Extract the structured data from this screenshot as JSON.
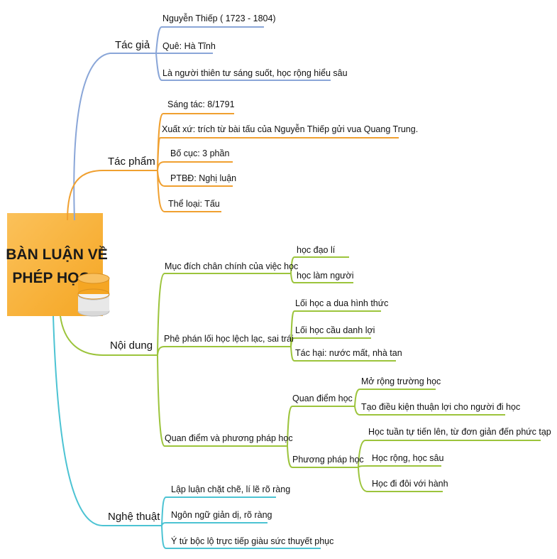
{
  "colors": {
    "central_bg": "#f5a623",
    "central_bg_light": "#fbc15a",
    "tac_gia": "#8aa6d8",
    "tac_pham": "#f0a030",
    "noi_dung": "#9cc43c",
    "nghe_thuat": "#4cc3d3"
  },
  "central": {
    "line1": "BÀN LUẬN VỀ",
    "line2": "PHÉP HỌC",
    "icon": "database-icon"
  },
  "tac_gia": {
    "label": "Tác giả",
    "items": [
      "Nguyễn Thiếp ( 1723 - 1804)",
      "Quê: Hà Tĩnh",
      "Là người thiên tư sáng suốt, học rộng hiểu sâu"
    ]
  },
  "tac_pham": {
    "label": "Tác phẩm",
    "items": [
      "Sáng tác: 8/1791",
      "Xuất xứ: trích từ bài tấu của Nguyễn Thiếp gửi vua Quang Trung.",
      "Bố cục: 3 phần",
      "PTBĐ: Nghị luận",
      "Thể loại: Tấu"
    ]
  },
  "noi_dung": {
    "label": "Nội dung",
    "muc_dich": {
      "label": "Mục đích chân chính của việc học",
      "items": [
        "học đạo lí",
        "học làm người"
      ]
    },
    "phe_phan": {
      "label": "Phê phán lối học lệch lạc, sai trái",
      "items": [
        "Lối học a dua hình thức",
        "Lối học cầu danh lợi",
        "Tác hại: nước mất, nhà tan"
      ]
    },
    "quan_diem": {
      "label": "Quan điểm và phương pháp học",
      "quan_diem_hoc": {
        "label": "Quan điểm học",
        "items": [
          "Mở rộng trường học",
          "Tạo điều kiện thuận lợi cho người đi học"
        ]
      },
      "phuong_phap_hoc": {
        "label": "Phương pháp học",
        "items": [
          "Học tuần tự tiến lên, từ đơn giản đến phức tạp",
          "Học rộng, học sâu",
          "Học đi đôi với hành"
        ]
      }
    }
  },
  "nghe_thuat": {
    "label": "Nghệ thuật",
    "items": [
      "Lập luận chặt chẽ, lí lẽ rõ ràng",
      "Ngôn ngữ giản dị, rõ ràng",
      "Ý tứ bộc lộ trực tiếp giàu sức thuyết phục"
    ]
  }
}
